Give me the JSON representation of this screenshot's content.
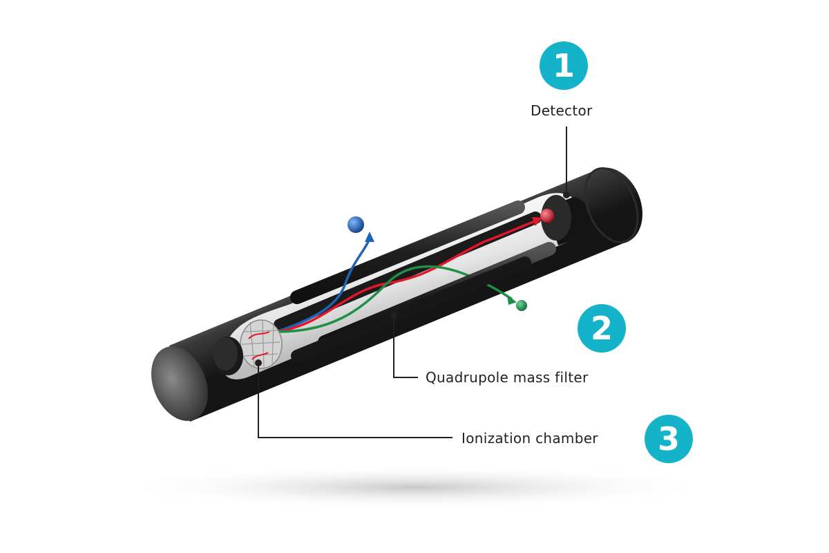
{
  "badges": [
    {
      "number": "1"
    },
    {
      "number": "2"
    },
    {
      "number": "3"
    }
  ],
  "labels": {
    "detector": "Detector",
    "quadrupole": "Quadrupole mass filter",
    "ionization": "Ionization chamber"
  },
  "colors": {
    "badge": "#14b3c9",
    "tube": "#3a3a3a",
    "rod": "#2a2a2a",
    "ion_blue": "#1f63b5",
    "ion_red": "#e0182a",
    "ion_green": "#1f8f45",
    "leader": "#231f20"
  },
  "icons": {
    "badge_shape": "circle"
  }
}
